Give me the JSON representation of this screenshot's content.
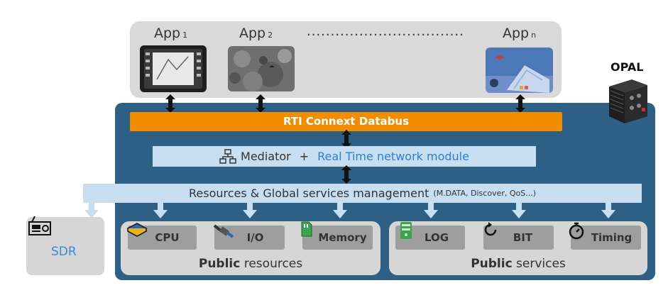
{
  "apps": [
    {
      "label": "App",
      "index": "1"
    },
    {
      "label": "App",
      "index": "2"
    },
    {
      "label": "App",
      "index": "n"
    }
  ],
  "apps_ellipsis": ".................................",
  "opal_label": "OPAL",
  "databus_label": "RTI Connext Databus",
  "mediator": {
    "label": "Mediator",
    "plus": "+",
    "network_module": "Real Time network module"
  },
  "resources_bar": {
    "label": "Resources & Global services management",
    "detail": "(M.DATA, Discover, QoS...)"
  },
  "sdr_label": "SDR",
  "public_resources": {
    "title_bold": "Public",
    "title_rest": " resources",
    "items": [
      "CPU",
      "I/O",
      "Memory"
    ]
  },
  "public_services": {
    "title_bold": "Public",
    "title_rest": " services",
    "items": [
      "LOG",
      "BIT",
      "Timing"
    ]
  },
  "colors": {
    "platform": "#2e5f85",
    "databus": "#f28c00",
    "bar": "#c7dff0",
    "group": "#d6d6d6",
    "chip": "#9e9e9e",
    "accent_blue": "#2f7fd2"
  }
}
